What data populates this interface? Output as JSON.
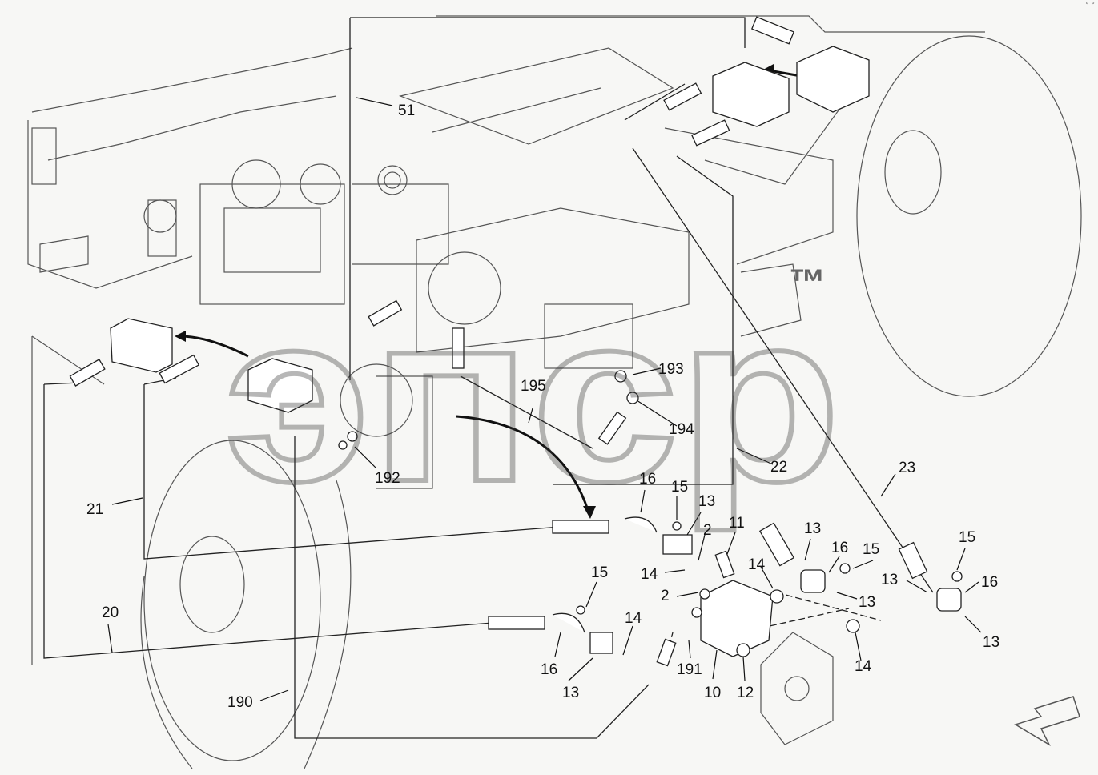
{
  "watermark": {
    "text": "эпср",
    "mark": "™"
  },
  "corner_mark": "° °",
  "callouts": [
    {
      "id": "c51",
      "text": "51"
    },
    {
      "id": "c193",
      "text": "193"
    },
    {
      "id": "c195",
      "text": "195"
    },
    {
      "id": "c194",
      "text": "194"
    },
    {
      "id": "c192",
      "text": "192"
    },
    {
      "id": "c22",
      "text": "22"
    },
    {
      "id": "c23",
      "text": "23"
    },
    {
      "id": "c21",
      "text": "21"
    },
    {
      "id": "c16a",
      "text": "16"
    },
    {
      "id": "c15a",
      "text": "15"
    },
    {
      "id": "c13a",
      "text": "13"
    },
    {
      "id": "c11",
      "text": "11"
    },
    {
      "id": "c2a",
      "text": "2"
    },
    {
      "id": "c14a",
      "text": "14"
    },
    {
      "id": "c14b",
      "text": "14"
    },
    {
      "id": "c13b",
      "text": "13"
    },
    {
      "id": "c16b",
      "text": "16"
    },
    {
      "id": "c15b",
      "text": "15"
    },
    {
      "id": "c15c",
      "text": "15"
    },
    {
      "id": "c13c",
      "text": "13"
    },
    {
      "id": "c16c",
      "text": "16"
    },
    {
      "id": "c13d",
      "text": "13"
    },
    {
      "id": "c13e",
      "text": "13"
    },
    {
      "id": "c2b",
      "text": "2"
    },
    {
      "id": "c15d",
      "text": "15"
    },
    {
      "id": "c14c",
      "text": "14"
    },
    {
      "id": "c20",
      "text": "20"
    },
    {
      "id": "c16d",
      "text": "16"
    },
    {
      "id": "c13f",
      "text": "13"
    },
    {
      "id": "c191",
      "text": "191"
    },
    {
      "id": "c10",
      "text": "10"
    },
    {
      "id": "c12",
      "text": "12"
    },
    {
      "id": "c14d",
      "text": "14"
    },
    {
      "id": "c190",
      "text": "190"
    }
  ]
}
